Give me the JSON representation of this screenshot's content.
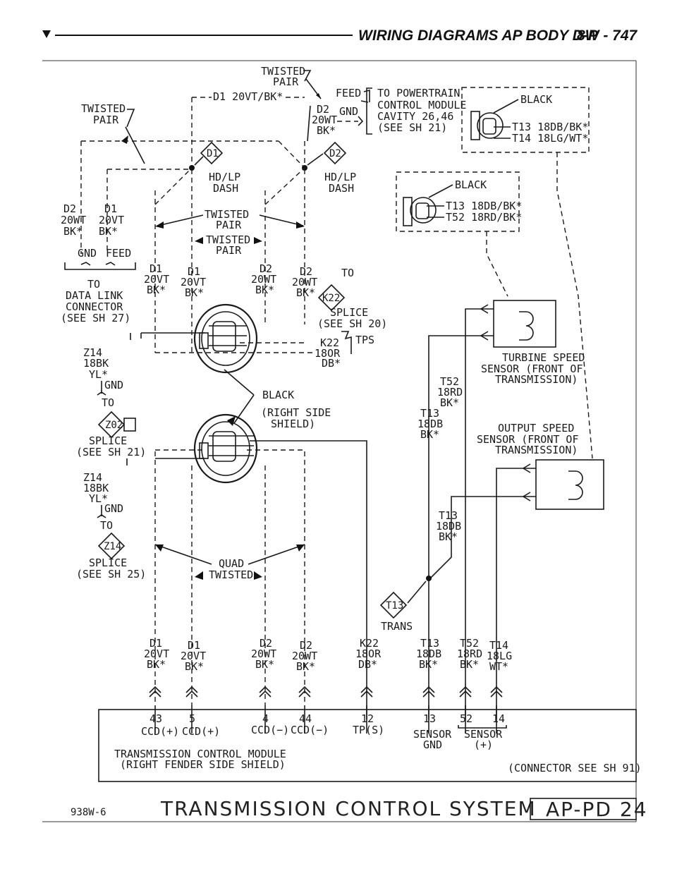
{
  "header": {
    "marker": "▼",
    "title": "WIRING DIAGRAMS AP BODY D-P",
    "page_ref": "8W - 747"
  },
  "footer": {
    "code": "938W-6",
    "title": "TRANSMISSION CONTROL SYSTEM",
    "page_box": "AP-PD 24"
  },
  "labels": {
    "twisted_top": "TWISTED",
    "pair_top": "PAIR",
    "d1_20vt_bk": "D1 20VT/BK*",
    "feed_top": "FEED",
    "gnd_top": "GND",
    "d2_top": "D2",
    "w20_top": "20WT",
    "bk_top": "BK*",
    "pcm_1": "TO POWERTRAIN",
    "pcm_2": "CONTROL MODULE",
    "pcm_3": "CAVITY 26,46",
    "pcm_4": "(SEE SH 21)",
    "black1": "BLACK",
    "t13_bk": "T13 18DB/BK*",
    "t14_wt": "T14 18LG/WT*",
    "twisted_left": "TWISTED",
    "pair_left": "PAIR",
    "d1_tag": "D1",
    "d2_tag": "D2",
    "hdlp_1": "HD/LP",
    "dash_1": "DASH",
    "hdlp_2": "HD/LP",
    "dash_2": "DASH",
    "black2": "BLACK",
    "t13_bk2": "T13 18DB/BK*",
    "t52_bk": "T52 18RD/BK*",
    "d2_left": "D2",
    "d1_left": "D1",
    "w20_left": "20WT",
    "v20_left": "20VT",
    "bk_a": "BK*",
    "bk_b": "BK*",
    "gnd_left": "GND",
    "feed_left": "FEED",
    "twisted_mid": "TWISTED",
    "pair_mid": "PAIR",
    "twisted_mid2": "TWISTED",
    "pair_mid2": "PAIR",
    "to_data": "TO",
    "data_link": "DATA LINK",
    "connector_dl": "CONNECTOR",
    "see27": "(SEE SH 27)",
    "m_d1a": "D1",
    "m_20vta": "20VT",
    "m_bka": "BK*",
    "m_d1b": "D1",
    "m_20vtb": "20VT",
    "m_bkb": "BK*",
    "m_d2a": "D2",
    "m_20wta": "20WT",
    "m_bkc": "BK*",
    "m_d2b": "D2",
    "m_20wtb": "20WT",
    "m_bkd": "BK*",
    "to_k22": "TO",
    "k22_tag": "K22",
    "splice20": "SPLICE",
    "see20": "(SEE SH 20)",
    "k22": "K22",
    "tps": "TPS",
    "r18": "18OR",
    "db": "DB*",
    "z14": "Z14",
    "bk18": "18BK",
    "yl": "YL*",
    "gnd1": "GND",
    "to1": "TO",
    "z02_tag": "Z02",
    "splice21": "SPLICE",
    "see21": "(SEE SH 21)",
    "black3": "BLACK",
    "right_side": "(RIGHT SIDE",
    "shield": "SHIELD)",
    "turbine_1": "TURBINE SPEED",
    "turbine_2": "SENSOR (FRONT OF",
    "turbine_3": "TRANSMISSION)",
    "t52": "T52",
    "rd18": "18RD",
    "bk_t52": "BK*",
    "t13": "T13",
    "db18": "18DB",
    "bk_t13": "BK*",
    "output_1": "OUTPUT SPEED",
    "output_2": "SENSOR (FRONT OF",
    "output_3": "TRANSMISSION)",
    "z14b": "Z14",
    "bk18b": "18BK",
    "ylb": "YL*",
    "gnd2": "GND",
    "to2": "TO",
    "z14_tag": "Z14",
    "splice25": "SPLICE",
    "see25": "(SEE SH 25)",
    "quad": "QUAD",
    "twisted_q": "TWISTED",
    "t13b": "T13",
    "db18b": "18DB",
    "bk_t13b": "BK*",
    "t13_tag": "T13",
    "trans": "TRANS",
    "b_d1a": "D1",
    "b_20vta": "20VT",
    "b_bka": "BK*",
    "b_d1b": "D1",
    "b_20vtb": "20VT",
    "b_bkb": "BK*",
    "b_d2a": "D2",
    "b_20wta": "20WT",
    "b_bkc": "BK*",
    "b_d2b": "D2",
    "b_20wtb": "20WT",
    "b_bkd": "BK*",
    "b_k22": "K22",
    "b_18or": "18OR",
    "b_db": "DB*",
    "b_t13": "T13",
    "b_18db": "18DB",
    "b_bke": "BK*",
    "b_t52": "T52",
    "b_18rd": "18RD",
    "b_bkf": "BK*",
    "b_t14": "T14",
    "b_18lg": "18LG",
    "b_wt": "WT*",
    "pin43": "43",
    "pin5": "5",
    "pin4": "4",
    "pin44": "44",
    "pin12": "12",
    "pin13": "13",
    "pin52": "52",
    "pin14": "14",
    "ccd_p1": "CCD(+)",
    "ccd_p2": "CCD(+)",
    "ccd_m1": "CCD(−)",
    "ccd_m2": "CCD(−)",
    "tps_s": "TP(S)",
    "sensor_gnd1": "SENSOR",
    "sensor_gnd2": "GND",
    "sensor_p1": "SENSOR",
    "sensor_p2": "(+)",
    "tcm_1": "TRANSMISSION CONTROL MODULE",
    "tcm_2": "(RIGHT FENDER SIDE SHIELD)",
    "conn_see": "(CONNECTOR SEE SH 91)"
  }
}
